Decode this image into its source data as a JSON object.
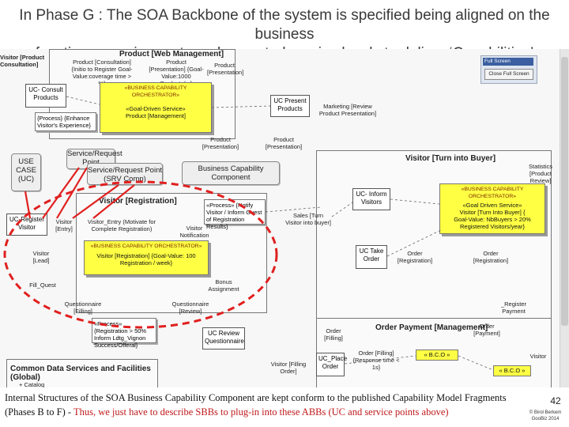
{
  "slide": {
    "title_line1": "In Phase G : The SOA Backbone of the system is specified being aligned on the business",
    "title_line2": "functions, requirements and expected service levels to deliver ‘Capabilities’",
    "page_number": "42",
    "credit_line1": "© Birol Berkem",
    "credit_line2": "GooBiz 2014"
  },
  "caption": {
    "part1": "Internal Structures of the SOA Business Capability Component are kept conform to the published  Capability Model Fragments (Phases B to F) - ",
    "part2": "Thus, we just have to describe SBBs to plug-in into these ABBs (UC and service points above)"
  },
  "fullscreen_panel": {
    "header": "Full Screen",
    "button": "Close Full Screen"
  },
  "callouts": {
    "use_case": "USE CASE (UC)",
    "service_request_point": "Service/Request Point (SRV Comp)",
    "service_request_point_label": "Service/Request Point",
    "business_capability_component": "Business Capability Component"
  },
  "packages": {
    "product_web": "Product [Web Management]",
    "visitor_registration": "Visitor [Registration]",
    "visitor_buyer": "Visitor [Turn into Buyer]",
    "order_payment": "Order Payment [Management]",
    "common_data": "Common Data Services and Facilities (Global)"
  },
  "capabilities": [
    {
      "stereotype": "«BUSINESS CAPABILITY ORCHESTRATOR»",
      "line1": "«Goal-Driven Service»",
      "line2": "Product [Management]"
    },
    {
      "stereotype": "«BUSINESS CAPABILITY ORCHESTRATOR»",
      "line1": "«Goal Driven Service»",
      "line2": "Visitor [Turn Into Buyer] {",
      "line3": "Goal-Value: NbBuyers > 20% Registered Visitors/year}"
    },
    {
      "stereotype": "«BUSINESS CAPABILITY ORCHESTRATOR»",
      "line1": "Visitor [Registration] {Goal-Value: 100",
      "line2": "Registration / week}"
    }
  ],
  "use_cases": {
    "uc_consult_products": "UC- Consult Products",
    "uc_present_products": "UC Present Products",
    "uc_inform_visitors": "UC- Inform Visitors",
    "uc_take_order": "UC Take Order",
    "uc_register_visitor": "UC-Register Visitor",
    "uc_review_questionnaire": "UC Review Questionnaire",
    "uc_place_order": "UC_Place Order"
  },
  "nodes": {
    "visitor_consultation": "Visitor [Product Consultation]",
    "product_consultation": "Product [Consultation] {Initio to Register Goal-Value:coverage time > %}",
    "product_presentation": "Product [Presentation] {Goal-Value:1000 Products/...}",
    "product_presentation2": "Product [Presentation]",
    "marketing_review": "Marketing [Review Product Presentation]",
    "product_presentation3": "Product [Presentation]",
    "product_presentation4": "Product [Presentation]",
    "visitor_entry": "Visitor [Entry]",
    "visitor_entry2": "Visitor_Entry (Motivate for Complete Registration)",
    "visitor_notification": "Visitor Notification",
    "visitor_lead": "Visitor [Lead]",
    "sales_turn": "Sales [Turn Visitor into buyer]",
    "order_registration": "Order [Registration]",
    "order_registration2": "Order [Registration]",
    "register_payment": "_Register Payment",
    "bonus_assignment": "Bonus Assignment",
    "questionnaire_filling": "Questionnaire [Filling]",
    "questionnaire_review": "Questionnaire [Review]",
    "fill_quest": "Fill_Quest",
    "order_filling": "Order [Filling]",
    "order_filling_response": "Order [Filling] {Response time < 1s}",
    "visitor_filling_order": "Visitor [Filling Order]",
    "order_payment_label": "Order [Payment]",
    "catalog": "+ Catalog",
    "visitor_label": "Visitor",
    "bco1": "« B.C.O »",
    "bco2": "« B.C.O »"
  },
  "notes": {
    "note1": "{Process} {Enhance Visitor's Experience}",
    "note2": "«Process» {Notify Visitor / Inform Guest of Registration Results}",
    "note3": "«Process» {Registration > 50% Inform Ldtg_Vignon Success/Offeral}",
    "note4": "Statistics [Product Review]"
  },
  "colors": {
    "capability_fill": "#ffff44",
    "ellipse_stroke": "#e0201f",
    "caption_red": "#c0191b"
  }
}
